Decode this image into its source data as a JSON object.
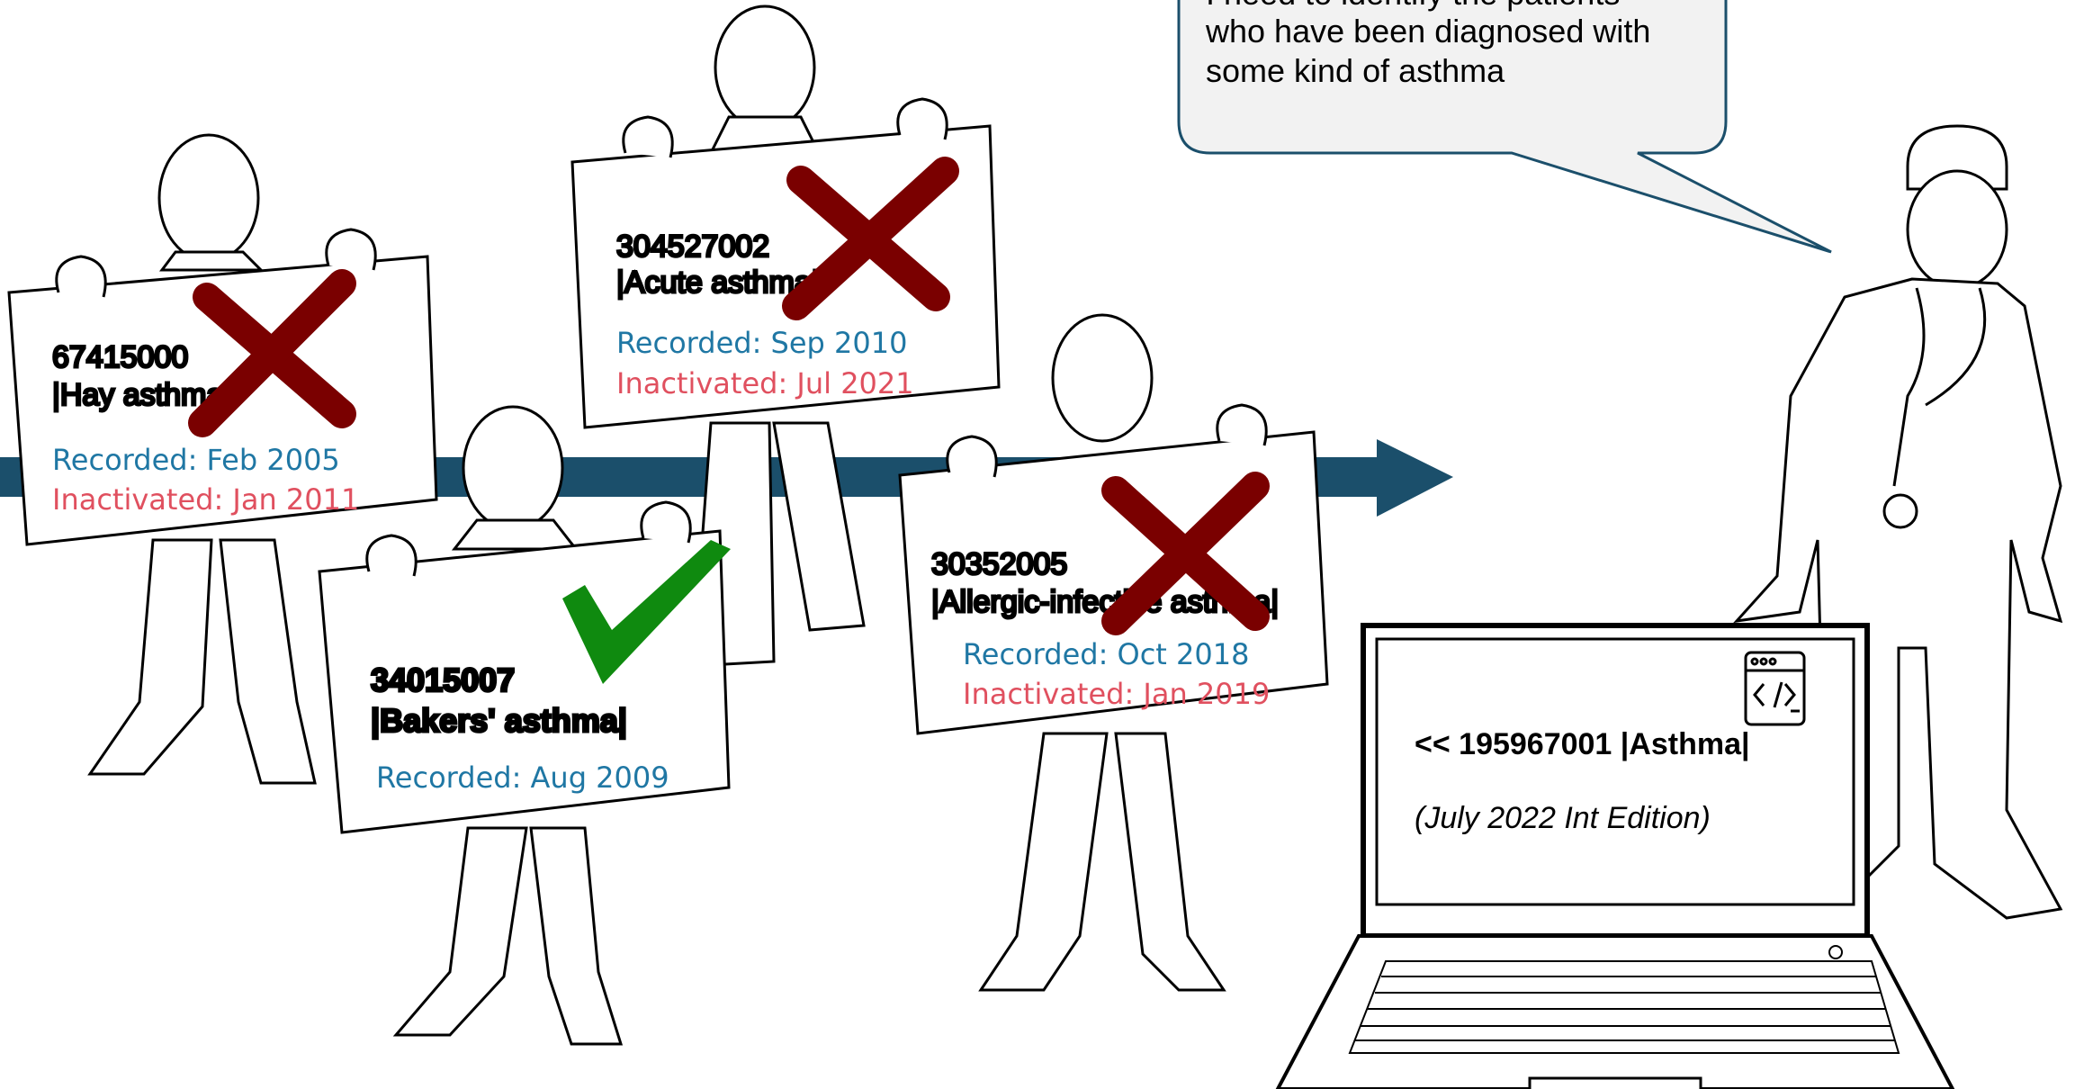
{
  "colors": {
    "recorded": "#1f77a4",
    "inactivated": "#e0505f",
    "arrow": "#1b4f6b",
    "cross": "#7a0000",
    "check": "#0f8a0f",
    "bubble_fill": "#f2f2f2",
    "bubble_stroke": "#1b4f6b"
  },
  "speech_bubble": {
    "lines": [
      "I need to identify the patients",
      "who have been diagnosed with",
      "some kind of asthma"
    ]
  },
  "signs": [
    {
      "code": "67415000",
      "term": "|Hay asthma|",
      "recorded": "Recorded: Feb 2005",
      "inactivated": "Inactivated: Jan 2011",
      "status": "rejected"
    },
    {
      "code": "304527002",
      "term": "|Acute asthma|",
      "recorded": "Recorded: Sep 2010",
      "inactivated": "Inactivated: Jul 2021",
      "status": "rejected"
    },
    {
      "code": "34015007",
      "term": "|Bakers' asthma|",
      "recorded": "Recorded: Aug 2009",
      "inactivated": "",
      "status": "accepted"
    },
    {
      "code": "30352005",
      "term": "|Allergic-infective asthma|",
      "recorded": "Recorded: Oct 2018",
      "inactivated": "Inactivated: Jan 2019",
      "status": "rejected"
    }
  ],
  "laptop": {
    "query": "<< 195967001 |Asthma|",
    "edition": "(July 2022 Int Edition)",
    "code_icon": "code-window-icon"
  }
}
